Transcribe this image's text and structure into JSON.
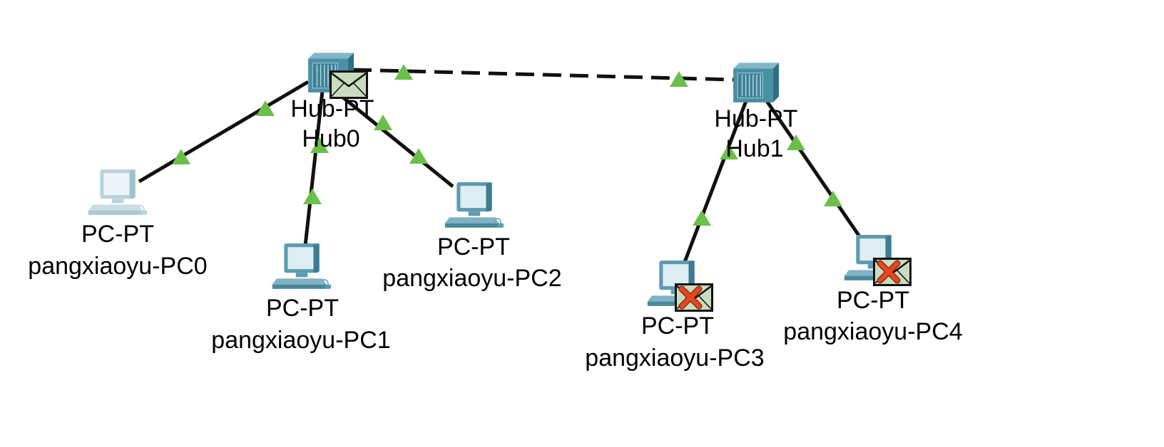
{
  "topology": {
    "colors": {
      "link": "#111111",
      "link_up": "#6cbf4a",
      "hub_body": "#4a8fa3",
      "pc_body": "#5d9cb0",
      "pc_faded": "#b9d3dc",
      "envelope": "#c8dcc0",
      "fail_mark": "#e8471d"
    },
    "hubs": [
      {
        "type": "Hub-PT",
        "name": "Hub0",
        "icon": "hub-icon",
        "envelope": "envelope-icon"
      },
      {
        "type": "Hub-PT",
        "name": "Hub1",
        "icon": "hub-icon"
      }
    ],
    "pcs": [
      {
        "type": "PC-PT",
        "name": "pangxiaoyu-PC0",
        "icon": "pc-icon"
      },
      {
        "type": "PC-PT",
        "name": "pangxiaoyu-PC1",
        "icon": "pc-icon"
      },
      {
        "type": "PC-PT",
        "name": "pangxiaoyu-PC2",
        "icon": "pc-icon"
      },
      {
        "type": "PC-PT",
        "name": "pangxiaoyu-PC3",
        "icon": "pc-icon",
        "envelope": "failed-envelope-icon"
      },
      {
        "type": "PC-PT",
        "name": "pangxiaoyu-PC4",
        "icon": "pc-icon",
        "envelope": "failed-envelope-icon"
      }
    ],
    "links": [
      {
        "from": "Hub0",
        "to": "pangxiaoyu-PC0",
        "style": "solid",
        "status": "up"
      },
      {
        "from": "Hub0",
        "to": "pangxiaoyu-PC1",
        "style": "solid",
        "status": "up"
      },
      {
        "from": "Hub0",
        "to": "pangxiaoyu-PC2",
        "style": "solid",
        "status": "up"
      },
      {
        "from": "Hub0",
        "to": "Hub1",
        "style": "dashed",
        "status": "up"
      },
      {
        "from": "Hub1",
        "to": "pangxiaoyu-PC3",
        "style": "solid",
        "status": "up"
      },
      {
        "from": "Hub1",
        "to": "pangxiaoyu-PC4",
        "style": "solid",
        "status": "up"
      }
    ]
  }
}
